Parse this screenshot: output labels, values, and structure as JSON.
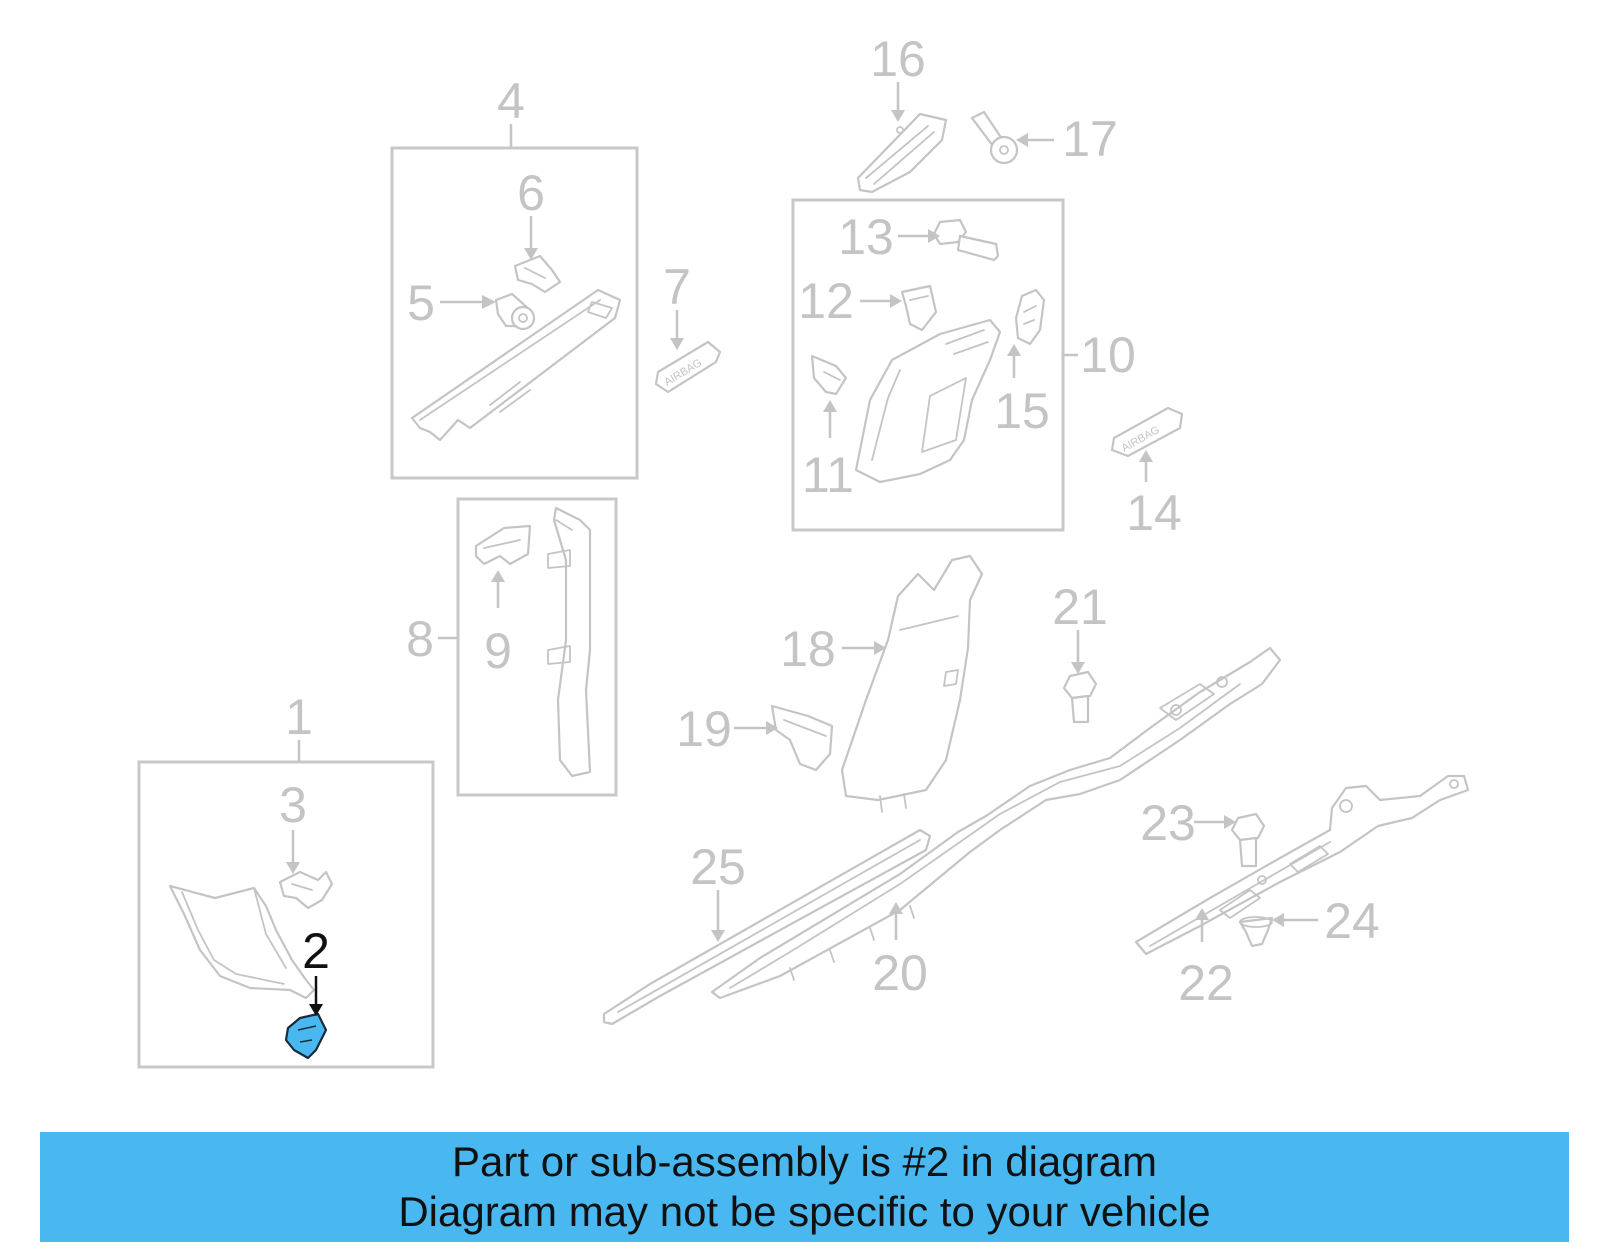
{
  "diagram": {
    "callouts": {
      "c1": "1",
      "c2": "2",
      "c3": "3",
      "c4": "4",
      "c5": "5",
      "c6": "6",
      "c7": "7",
      "c8": "8",
      "c9": "9",
      "c10": "10",
      "c11": "11",
      "c12": "12",
      "c13": "13",
      "c14": "14",
      "c15": "15",
      "c16": "16",
      "c17": "17",
      "c18": "18",
      "c19": "19",
      "c20": "20",
      "c21": "21",
      "c22": "22",
      "c23": "23",
      "c24": "24",
      "c25": "25"
    },
    "part_labels": {
      "airbag_7": "AIRBAG",
      "airbag_14": "AIRBAG"
    },
    "highlighted_part": "2",
    "colors": {
      "highlight": "#4ab8f0",
      "line_gray": "#c4c4c4",
      "banner": "#4ab8f0"
    }
  },
  "banner": {
    "line1": "Part or sub-assembly is #2 in diagram",
    "line2": "Diagram may not be specific to your vehicle"
  }
}
